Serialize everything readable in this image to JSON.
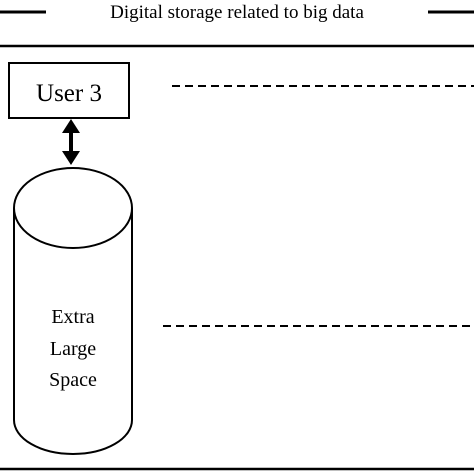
{
  "title": "Digital storage related to big data",
  "user_box": {
    "label": "User 3"
  },
  "storage": {
    "label_lines": [
      "Extra",
      "Large",
      "Space"
    ]
  },
  "colors": {
    "stroke": "#000000",
    "background": "#ffffff",
    "text": "#000000"
  }
}
